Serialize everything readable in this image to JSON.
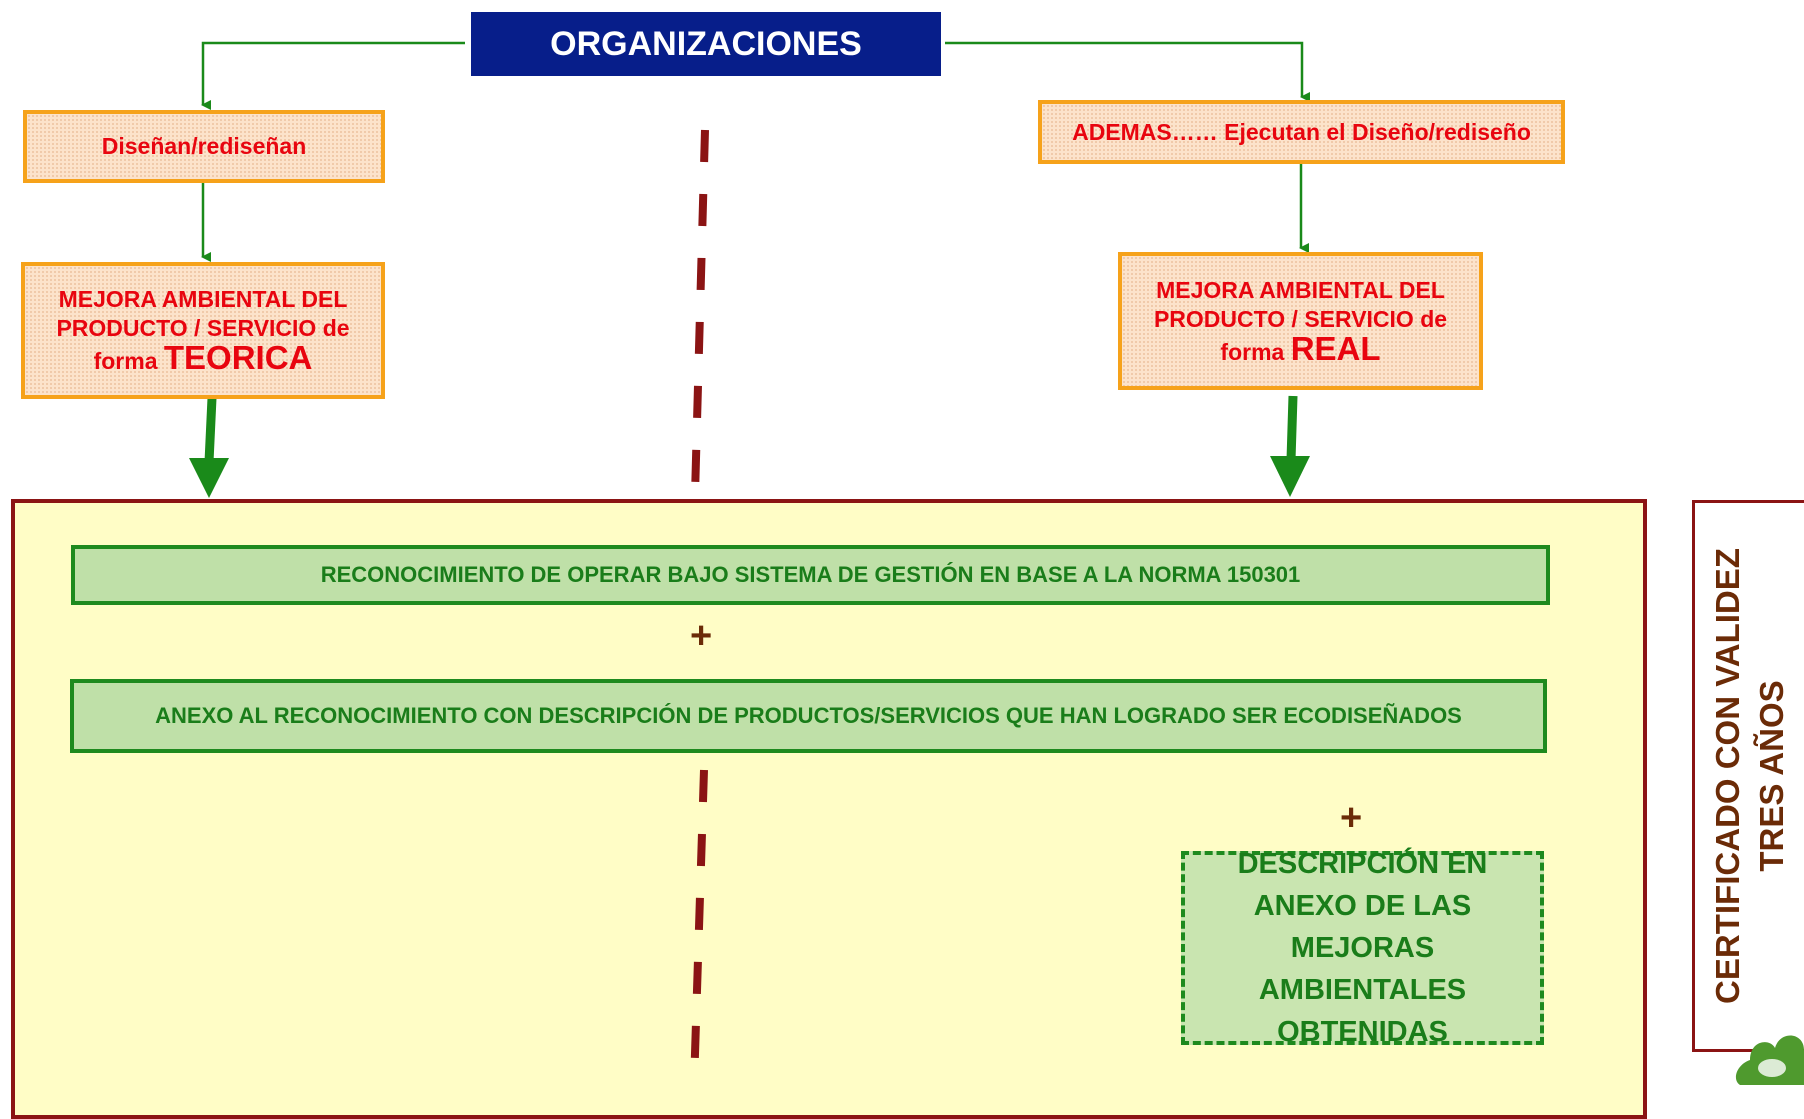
{
  "root": {
    "label": "ORGANIZACIONES"
  },
  "left": {
    "box1": "Diseñan/rediseñan",
    "box2_line1": "MEJORA AMBIENTAL DEL",
    "box2_line2": "PRODUCTO / SERVICIO de",
    "box2_prefix": "forma",
    "box2_emph": "TEORICA"
  },
  "right": {
    "box1": "ADEMAS…… Ejecutan el Diseño/rediseño",
    "box2_line1": "MEJORA AMBIENTAL DEL",
    "box2_line2": "PRODUCTO / SERVICIO de",
    "box2_prefix": "forma",
    "box2_emph": "REAL"
  },
  "panel": {
    "bar1": "RECONOCIMIENTO DE OPERAR BAJO SISTEMA DE GESTIÓN EN BASE A LA NORMA 150301",
    "plus1": "+",
    "bar2": "ANEXO AL RECONOCIMIENTO CON DESCRIPCIÓN DE PRODUCTOS/SERVICIOS QUE HAN LOGRADO SER ECODISEÑADOS",
    "plus2": "+",
    "dashed_box": "DESCRIPCIÓN EN ANEXO DE LAS MEJORAS AMBIENTALES OBTENIDAS"
  },
  "side": {
    "label": "CERTIFICADO CON VALIDEZ TRES AÑOS"
  },
  "colors": {
    "title_bg": "#071e8a",
    "orange_border": "#f6a21a",
    "red_text": "#e8050f",
    "green": "#1e8a1e",
    "panel_bg": "#fffdc6",
    "dark_red": "#8b1414",
    "brown": "#6b2b07"
  }
}
